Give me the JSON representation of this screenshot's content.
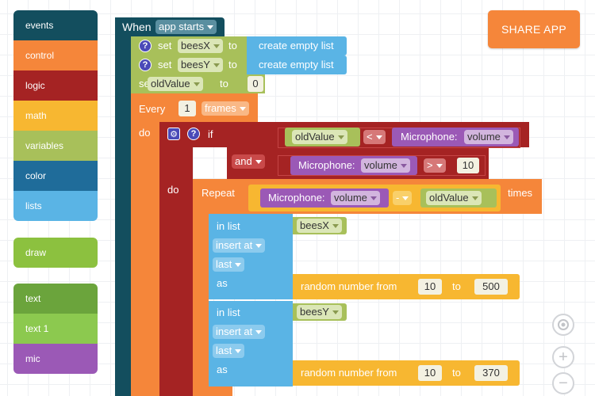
{
  "palette": {
    "categories": [
      {
        "label": "events",
        "color": "#134e5e"
      },
      {
        "label": "control",
        "color": "#f5863a"
      },
      {
        "label": "logic",
        "color": "#a52323"
      },
      {
        "label": "math",
        "color": "#f7b731"
      },
      {
        "label": "variables",
        "color": "#a8c05a"
      },
      {
        "label": "color",
        "color": "#1f6c9a"
      },
      {
        "label": "lists",
        "color": "#5ab4e5"
      },
      {
        "label": "draw",
        "color": "#8cc13f"
      },
      {
        "label": "text",
        "color": "#6ba43c"
      },
      {
        "label": "text 1",
        "color": "#8cc94f"
      },
      {
        "label": "mic",
        "color": "#9b59b6"
      }
    ]
  },
  "toolbar": {
    "share_label": "SHARE APP"
  },
  "zoom": {
    "reset_icon": "crosshair-icon",
    "in_label": "+",
    "out_label": "−"
  },
  "script": {
    "event": {
      "when": "When",
      "trigger": "app starts"
    },
    "set_bees_x": {
      "set": "set",
      "var": "beesX",
      "to": "to",
      "value": "create empty list"
    },
    "set_bees_y": {
      "set": "set",
      "var": "beesY",
      "to": "to",
      "value": "create empty list"
    },
    "set_old_value": {
      "set": "set",
      "var": "oldValue",
      "to": "to",
      "value": "0"
    },
    "every": {
      "label": "Every",
      "count": "1",
      "unit": "frames",
      "do": "do"
    },
    "if_block": {
      "if": "if",
      "do": "do",
      "and": "and",
      "cond1": {
        "var": "oldValue",
        "op": "<",
        "sensor": "Microphone:",
        "prop": "volume"
      },
      "cond2": {
        "sensor": "Microphone:",
        "prop": "volume",
        "op": ">",
        "value": "10"
      }
    },
    "repeat": {
      "label": "Repeat",
      "times": "times",
      "sensor": "Microphone:",
      "prop": "volume",
      "op": "-",
      "var": "oldValue"
    },
    "insert_x": {
      "in_list": "in list",
      "list": "beesX",
      "insert_at": "insert at",
      "position": "last",
      "as": "as",
      "random": {
        "label": "random number from",
        "from": "10",
        "to_label": "to",
        "to": "500"
      }
    },
    "insert_y": {
      "in_list": "in list",
      "list": "beesY",
      "insert_at": "insert at",
      "position": "last",
      "as": "as",
      "random": {
        "label": "random number from",
        "from": "10",
        "to_label": "to",
        "to": "370"
      }
    }
  },
  "colors": {
    "events": "#134e5e",
    "control": "#f5863a",
    "logic": "#a52323",
    "math": "#f7b731",
    "variables": "#a8c05a",
    "lists": "#5ab4e5",
    "mic": "#9b59b6",
    "share": "#f5863a"
  }
}
